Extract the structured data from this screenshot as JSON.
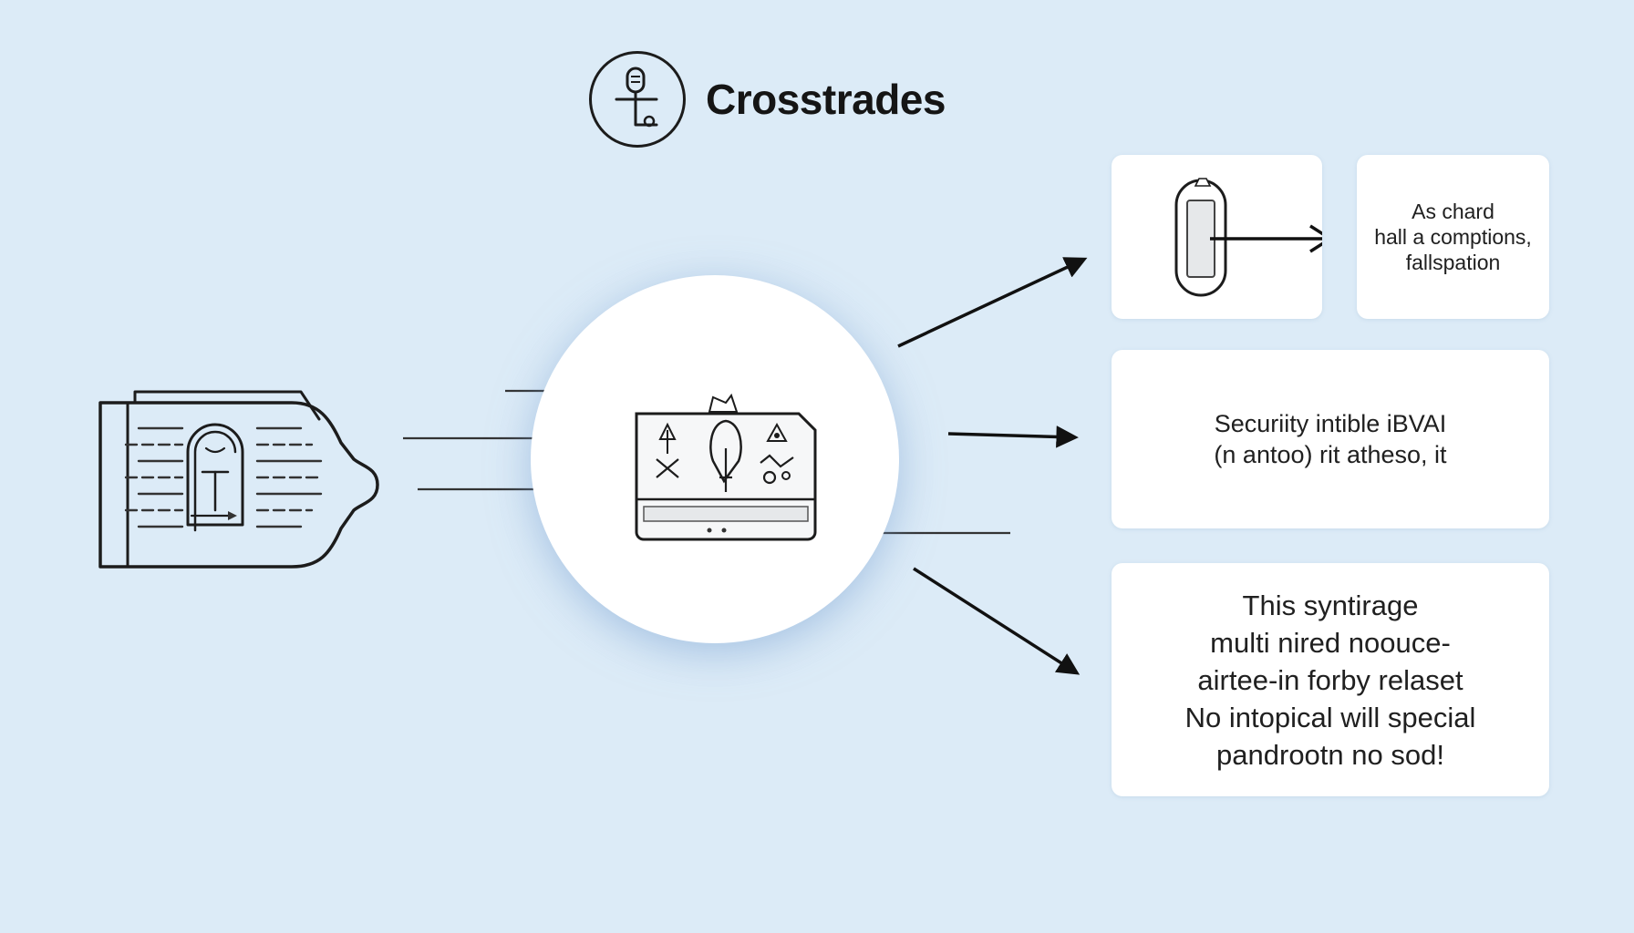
{
  "header": {
    "title": "Crosstrades",
    "logo_icon": "microphone-stand-icon"
  },
  "nodes": {
    "source_icon": "document-tag-icon",
    "hub_icon": "security-wallet-icon",
    "card_icon": "device-arrow-icon"
  },
  "cards": {
    "top_right_text": "As chard\nhall a comptions,\nfallspation",
    "middle_text": "Securiity intible iBVAI\n(n antoo) rit atheso, it",
    "bottom_text": "This syntirage\nmulti nired noouce-\nairtee-in forby relaset\nNo intopical will special\npandrootn no sod!"
  },
  "colors": {
    "background": "#dcebf7",
    "card": "#ffffff",
    "ink": "#1c1c1c"
  }
}
